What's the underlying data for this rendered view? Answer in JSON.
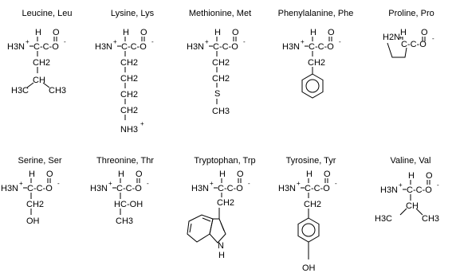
{
  "amino_acids": [
    {
      "name": "Leucine, Leu",
      "backbone": {
        "h": "H",
        "o": "O",
        "amine": "H3N",
        "plus": "+",
        "carboxyl": "C-C-O",
        "minus": "-"
      },
      "side": {
        "ch2": "CH2",
        "ch": "CH",
        "left": "H3C",
        "right": "CH3"
      }
    },
    {
      "name": "Lysine, Lys",
      "backbone": {
        "h": "H",
        "o": "O",
        "amine": "H3N",
        "plus": "+",
        "carboxyl": "C-C-O",
        "minus": "-"
      },
      "side": {
        "ch2_1": "CH2",
        "ch2_2": "CH2",
        "ch2_3": "CH2",
        "ch2_4": "CH2",
        "nh3": "NH3",
        "plus": "+"
      }
    },
    {
      "name": "Methionine, Met",
      "backbone": {
        "h": "H",
        "o": "O",
        "amine": "H3N",
        "plus": "+",
        "carboxyl": "C-C-O",
        "minus": "-"
      },
      "side": {
        "ch2_1": "CH2",
        "ch2_2": "CH2",
        "s": "S",
        "ch3": "CH3"
      }
    },
    {
      "name": "Phenylalanine, Phe",
      "backbone": {
        "h": "H",
        "o": "O",
        "amine": "H3N",
        "plus": "+",
        "carboxyl": "C-C-O",
        "minus": "-"
      },
      "side": {
        "ch2": "CH2"
      }
    },
    {
      "name": "Proline, Pro",
      "backbone": {
        "h": "H",
        "o": "O",
        "amine": "H2N",
        "plus": "+",
        "carboxyl": "C-C-O",
        "minus": "-"
      },
      "side": {}
    },
    {
      "name": "Serine, Ser",
      "backbone": {
        "h": "H",
        "o": "O",
        "amine": "H3N",
        "plus": "+",
        "carboxyl": "C-C-O",
        "minus": "-"
      },
      "side": {
        "ch2": "CH2",
        "oh": "OH"
      }
    },
    {
      "name": "Threonine, Thr",
      "backbone": {
        "h": "H",
        "o": "O",
        "amine": "H3N",
        "plus": "+",
        "carboxyl": "C-C-O",
        "minus": "-"
      },
      "side": {
        "hc": "HC",
        "oh": "-OH",
        "ch3": "CH3"
      }
    },
    {
      "name": "Tryptophan, Trp",
      "backbone": {
        "h": "H",
        "o": "O",
        "amine": "H3N",
        "plus": "+",
        "carboxyl": "C-C-O",
        "minus": "-"
      },
      "side": {
        "ch2": "CH2",
        "n": "N",
        "nh": "H"
      }
    },
    {
      "name": "Tyrosine, Tyr",
      "backbone": {
        "h": "H",
        "o": "O",
        "amine": "H3N",
        "plus": "+",
        "carboxyl": "C-C-O",
        "minus": "-"
      },
      "side": {
        "ch2": "CH2",
        "oh": "OH"
      }
    },
    {
      "name": "Valine, Val",
      "backbone": {
        "h": "H",
        "o": "O",
        "amine": "H3N",
        "plus": "+",
        "carboxyl": "C-C-O",
        "minus": "-"
      },
      "side": {
        "ch": "CH",
        "left": "H3C",
        "right": "CH3"
      }
    }
  ]
}
